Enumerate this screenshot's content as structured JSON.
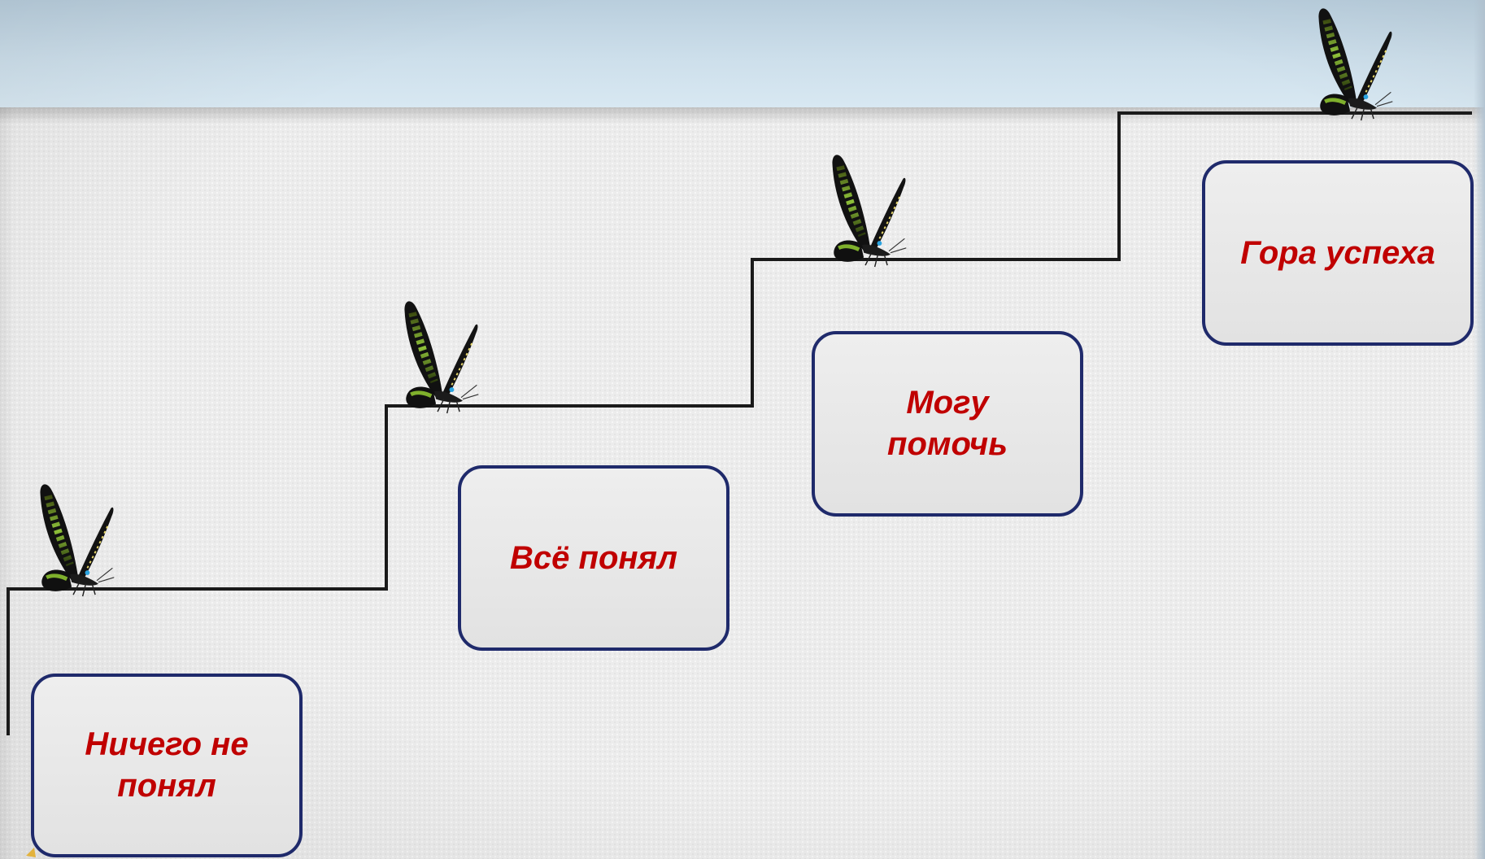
{
  "steps": [
    {
      "label": "Ничего не понял"
    },
    {
      "label": "Всё понял"
    },
    {
      "label": "Могу помочь"
    },
    {
      "label": "Гора успеха"
    }
  ],
  "colors": {
    "label_text": "#c00000",
    "box_border": "#1f2a6b",
    "stair_line": "#1a1a1a",
    "header_band": "#cddfeb"
  },
  "icons": {
    "step_marker": "butterfly-icon"
  }
}
